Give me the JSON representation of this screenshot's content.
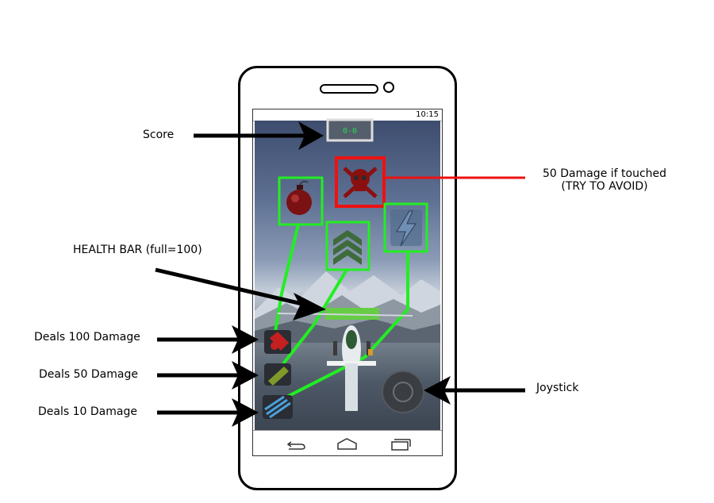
{
  "phone": {
    "status_time": "10:15",
    "score_display": "0-0"
  },
  "annotations": {
    "score": "Score",
    "skull_damage_line1": "50 Damage if touched",
    "skull_damage_line2": "(TRY TO AVOID)",
    "health_bar": "HEALTH BAR (full=100)",
    "deals_100": "Deals 100 Damage",
    "deals_50": "Deals 50 Damage",
    "deals_10": "Deals 10 Damage",
    "joystick": "Joystick"
  },
  "colors": {
    "highlight_green": "#22ee22",
    "danger_red": "#ee1111",
    "health_bar": "#66cc44"
  },
  "icons": [
    "bomb-icon",
    "skull-crossbones-icon",
    "chevron-rank-icon",
    "lightning-icon",
    "red-missile-icon",
    "green-missile-icon",
    "blue-missile-icon",
    "joystick-icon",
    "helicopter-icon"
  ],
  "health": {
    "value": 100
  }
}
